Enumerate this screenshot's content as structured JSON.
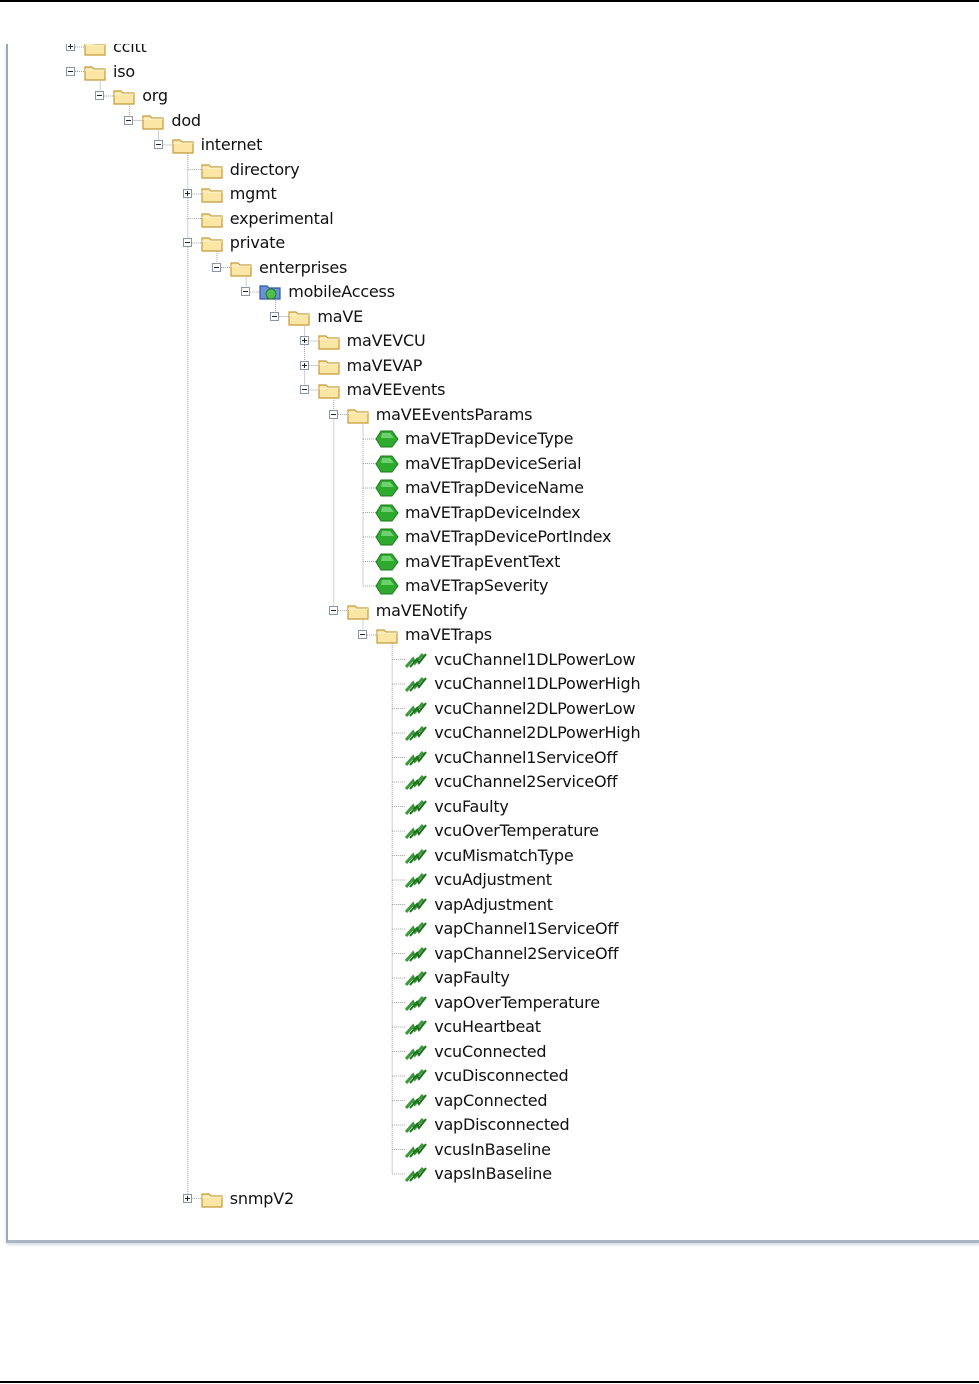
{
  "colors": {
    "folder_fill": "#fbe6a5",
    "folder_stroke": "#c59a3a",
    "leaf_green": "#2faa2f",
    "notify_green": "#3c9a3c",
    "tree_line": "#a0a0a0"
  },
  "tree": [
    {
      "label": "ccitt",
      "depth": 0,
      "icon": "folder",
      "toggle": "plus"
    },
    {
      "label": "iso",
      "depth": 0,
      "icon": "folder-open",
      "toggle": "minus"
    },
    {
      "label": "org",
      "depth": 1,
      "icon": "folder-open",
      "toggle": "minus"
    },
    {
      "label": "dod",
      "depth": 2,
      "icon": "folder-open",
      "toggle": "minus"
    },
    {
      "label": "internet",
      "depth": 3,
      "icon": "folder-open",
      "toggle": "minus"
    },
    {
      "label": "directory",
      "depth": 4,
      "icon": "folder",
      "toggle": "none"
    },
    {
      "label": "mgmt",
      "depth": 4,
      "icon": "folder",
      "toggle": "plus"
    },
    {
      "label": "experimental",
      "depth": 4,
      "icon": "folder",
      "toggle": "none"
    },
    {
      "label": "private",
      "depth": 4,
      "icon": "folder-open",
      "toggle": "minus"
    },
    {
      "label": "enterprises",
      "depth": 5,
      "icon": "folder-open",
      "toggle": "minus"
    },
    {
      "label": "mobileAccess",
      "depth": 6,
      "icon": "module",
      "toggle": "minus"
    },
    {
      "label": "maVE",
      "depth": 7,
      "icon": "folder-open",
      "toggle": "minus"
    },
    {
      "label": "maVEVCU",
      "depth": 8,
      "icon": "folder",
      "toggle": "plus"
    },
    {
      "label": "maVEVAP",
      "depth": 8,
      "icon": "folder",
      "toggle": "plus"
    },
    {
      "label": "maVEEvents",
      "depth": 8,
      "icon": "folder-open",
      "toggle": "minus"
    },
    {
      "label": "maVEEventsParams",
      "depth": 9,
      "icon": "folder-open",
      "toggle": "minus"
    },
    {
      "label": "maVETrapDeviceType",
      "depth": 10,
      "icon": "scalar",
      "toggle": "none"
    },
    {
      "label": "maVETrapDeviceSerial",
      "depth": 10,
      "icon": "scalar",
      "toggle": "none"
    },
    {
      "label": "maVETrapDeviceName",
      "depth": 10,
      "icon": "scalar",
      "toggle": "none"
    },
    {
      "label": "maVETrapDeviceIndex",
      "depth": 10,
      "icon": "scalar",
      "toggle": "none"
    },
    {
      "label": "maVETrapDevicePortIndex",
      "depth": 10,
      "icon": "scalar",
      "toggle": "none"
    },
    {
      "label": "maVETrapEventText",
      "depth": 10,
      "icon": "scalar",
      "toggle": "none"
    },
    {
      "label": "maVETrapSeverity",
      "depth": 10,
      "icon": "scalar",
      "toggle": "none"
    },
    {
      "label": "maVENotify",
      "depth": 9,
      "icon": "folder-open",
      "toggle": "minus"
    },
    {
      "label": "maVETraps",
      "depth": 10,
      "icon": "folder-open",
      "toggle": "minus"
    },
    {
      "label": "vcuChannel1DLPowerLow",
      "depth": 11,
      "icon": "notification",
      "toggle": "none"
    },
    {
      "label": "vcuChannel1DLPowerHigh",
      "depth": 11,
      "icon": "notification",
      "toggle": "none"
    },
    {
      "label": "vcuChannel2DLPowerLow",
      "depth": 11,
      "icon": "notification",
      "toggle": "none"
    },
    {
      "label": "vcuChannel2DLPowerHigh",
      "depth": 11,
      "icon": "notification",
      "toggle": "none"
    },
    {
      "label": "vcuChannel1ServiceOff",
      "depth": 11,
      "icon": "notification",
      "toggle": "none"
    },
    {
      "label": "vcuChannel2ServiceOff",
      "depth": 11,
      "icon": "notification",
      "toggle": "none"
    },
    {
      "label": "vcuFaulty",
      "depth": 11,
      "icon": "notification",
      "toggle": "none"
    },
    {
      "label": "vcuOverTemperature",
      "depth": 11,
      "icon": "notification",
      "toggle": "none"
    },
    {
      "label": "vcuMismatchType",
      "depth": 11,
      "icon": "notification",
      "toggle": "none"
    },
    {
      "label": "vcuAdjustment",
      "depth": 11,
      "icon": "notification",
      "toggle": "none"
    },
    {
      "label": "vapAdjustment",
      "depth": 11,
      "icon": "notification",
      "toggle": "none"
    },
    {
      "label": "vapChannel1ServiceOff",
      "depth": 11,
      "icon": "notification",
      "toggle": "none"
    },
    {
      "label": "vapChannel2ServiceOff",
      "depth": 11,
      "icon": "notification",
      "toggle": "none"
    },
    {
      "label": "vapFaulty",
      "depth": 11,
      "icon": "notification",
      "toggle": "none"
    },
    {
      "label": "vapOverTemperature",
      "depth": 11,
      "icon": "notification",
      "toggle": "none"
    },
    {
      "label": "vcuHeartbeat",
      "depth": 11,
      "icon": "notification",
      "toggle": "none"
    },
    {
      "label": "vcuConnected",
      "depth": 11,
      "icon": "notification",
      "toggle": "none"
    },
    {
      "label": "vcuDisconnected",
      "depth": 11,
      "icon": "notification",
      "toggle": "none"
    },
    {
      "label": "vapConnected",
      "depth": 11,
      "icon": "notification",
      "toggle": "none"
    },
    {
      "label": "vapDisconnected",
      "depth": 11,
      "icon": "notification",
      "toggle": "none"
    },
    {
      "label": "vcusInBaseline",
      "depth": 11,
      "icon": "notification",
      "toggle": "none"
    },
    {
      "label": "vapsInBaseline",
      "depth": 11,
      "icon": "notification",
      "toggle": "none"
    },
    {
      "label": "snmpV2",
      "depth": 4,
      "icon": "folder",
      "toggle": "plus"
    }
  ]
}
